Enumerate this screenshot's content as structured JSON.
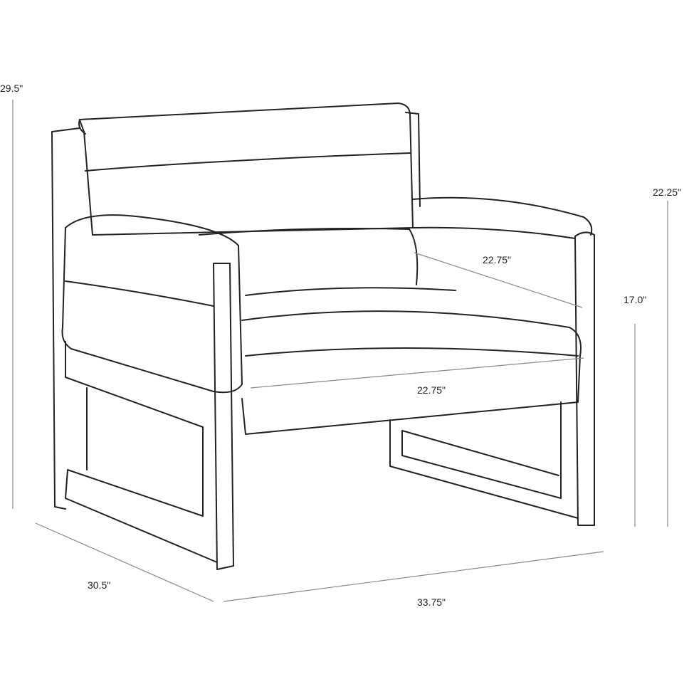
{
  "dimensions": {
    "overall_height": "29.5\"",
    "arm_height": "22.25\"",
    "seat_depth": "22.75\"",
    "seat_height": "17.0\"",
    "seat_width": "22.75\"",
    "overall_depth": "30.5\"",
    "overall_width": "33.75\""
  }
}
